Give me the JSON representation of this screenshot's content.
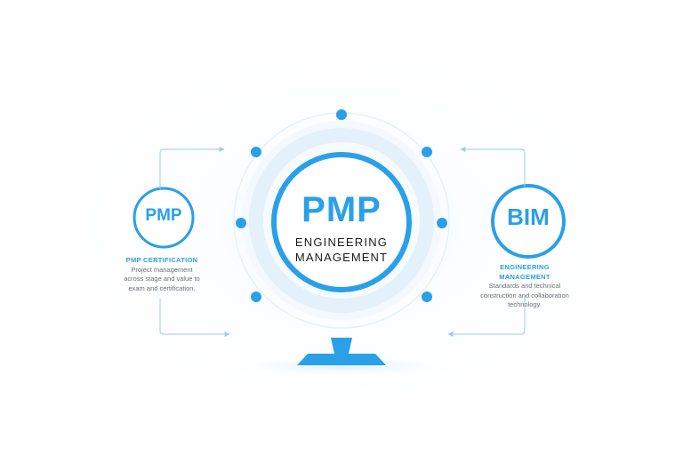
{
  "center": {
    "title": "PMP",
    "subtitle_line1": "ENGINEERING",
    "subtitle_line2": "MANAGEMENT"
  },
  "left": {
    "title": "PMP",
    "heading": "PMP CERTIFICATION",
    "lines": [
      "Project management",
      "across stage and value to",
      "exam and certification."
    ]
  },
  "right": {
    "title": "BIM",
    "heading_line1": "ENGINEERING",
    "heading_line2": "MANAGEMENT",
    "lines": [
      "Standards and technical",
      "construction and collaboration",
      "technology."
    ]
  },
  "colors": {
    "accent": "#29a0e8",
    "ring_light": "#e7f3fc",
    "ring_mid": "#d8ecfa",
    "line": "#9fc9ea"
  }
}
